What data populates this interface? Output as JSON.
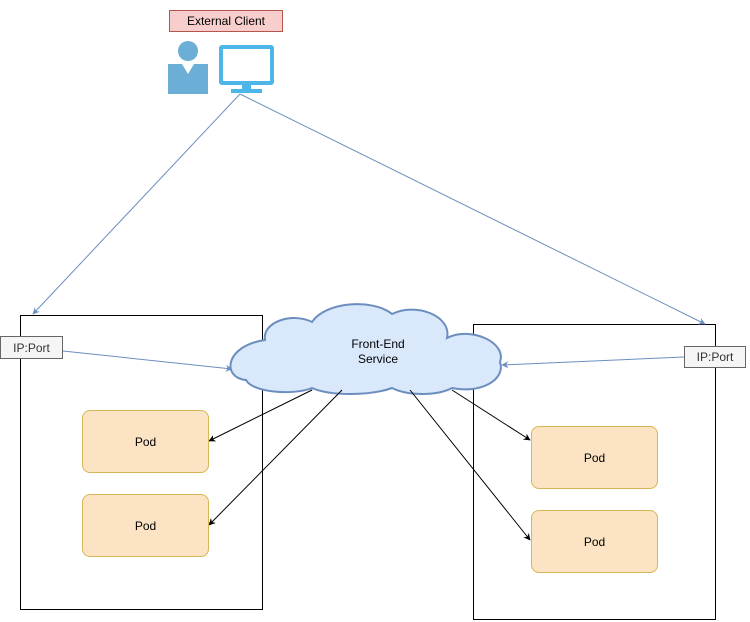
{
  "diagram": {
    "external_client": {
      "label": "External Client"
    },
    "service": {
      "label_line1": "Front-End",
      "label_line2": "Service"
    },
    "left_node": {
      "ip_port": "IP:Port",
      "pods": [
        {
          "label": "Pod"
        },
        {
          "label": "Pod"
        }
      ]
    },
    "right_node": {
      "ip_port": "IP:Port",
      "pods": [
        {
          "label": "Pod"
        },
        {
          "label": "Pod"
        }
      ]
    }
  },
  "icons": {
    "user": "user-icon",
    "monitor": "monitor-icon"
  },
  "colors": {
    "client_fill": "#f8cecc",
    "client_border": "#b85450",
    "cloud_fill": "#dae8fc",
    "cloud_border": "#6c8ebf",
    "pod_fill": "#fbe3c3",
    "pod_border": "#d6b656",
    "user_icon": "#6baed6",
    "monitor_icon": "#4db6e8",
    "client_links": "#6c8ebf"
  }
}
